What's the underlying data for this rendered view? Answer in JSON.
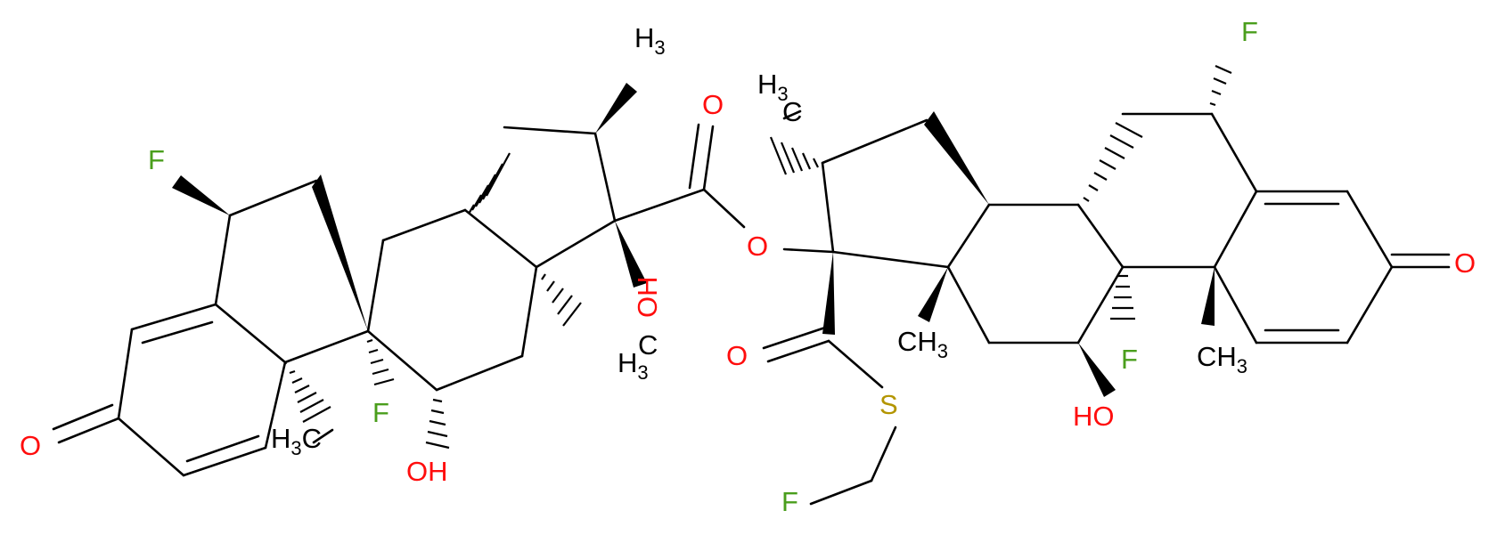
{
  "colors": {
    "bond": "#000000",
    "O": "#ff0d0d",
    "F": "#4a9e1c",
    "S": "#b39500",
    "C": "#000000"
  },
  "atoms": {
    "F_a": "F",
    "F_b": "F",
    "F_c": "F",
    "F_d": "F",
    "F_e": "F",
    "O_keto_left": "O",
    "O_keto_right": "O",
    "O_ester_dbl": "O",
    "O_ester": "O",
    "O_thio_dbl": "O",
    "OH_left_11": "OH",
    "OH_left_17": "OH",
    "OH_right_11": "HO",
    "S_thio": "S"
  },
  "methyls": {
    "me_top": {
      "main": "H",
      "sub": "3"
    },
    "me_c18": {
      "main": "C",
      "main2": "H",
      "sub": "3"
    },
    "me_c19": {
      "main": "H",
      "sub": "3",
      "tail": "C"
    },
    "me_r16": {
      "main": "H",
      "sub": "3"
    },
    "me_r18": {
      "main": "CH",
      "sub": "3"
    },
    "me_r19": {
      "main": "CH",
      "sub": "3"
    }
  }
}
